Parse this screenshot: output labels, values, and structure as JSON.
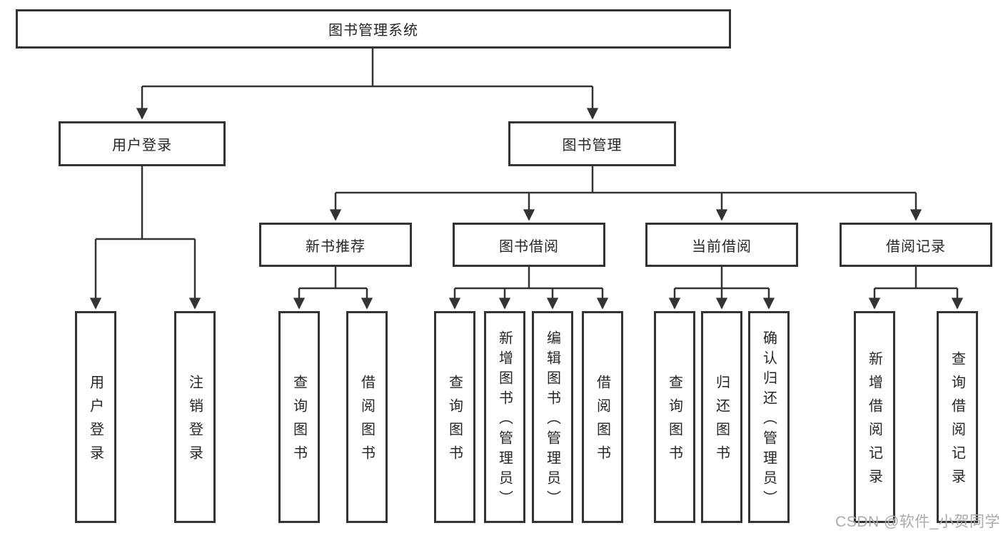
{
  "root_label": "图书管理系统",
  "level2": [
    "用户登录",
    "图书管理"
  ],
  "level3": [
    "新书推荐",
    "图书借阅",
    "当前借阅",
    "借阅记录"
  ],
  "leaves": {
    "user": [
      "用户登录",
      "注销登录"
    ],
    "recommend": [
      "查询图书",
      "借阅图书"
    ],
    "borrow": [
      "查询图书",
      "新增图书（管理员）",
      "编辑图书（管理员）",
      "借阅图书"
    ],
    "current": [
      "查询图书",
      "归还图书",
      "确认归还（管理员）"
    ],
    "records": [
      "新增借阅记录",
      "查询借阅记录"
    ]
  },
  "watermark": "CSDN @软件_小贺同学",
  "colors": {
    "line": "#333333",
    "box_border": "#333333",
    "box_fill": "#ffffff",
    "text": "#262626",
    "watermark": "#ababab",
    "background": "#ffffff"
  }
}
